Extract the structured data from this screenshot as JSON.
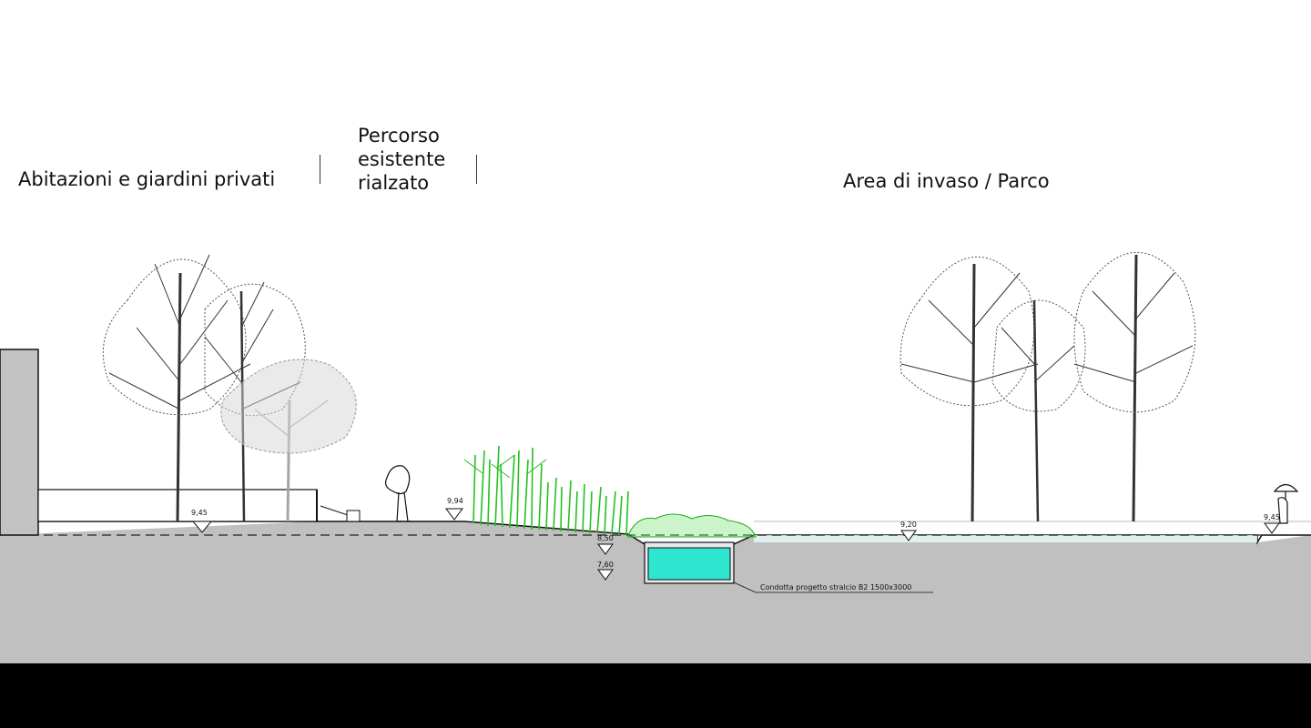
{
  "zones": {
    "left": "Abitazioni e giardini privati",
    "middle": [
      "Percorso",
      "esistente",
      "rialzato"
    ],
    "right": "Area di invaso / Parco"
  },
  "elevations": {
    "garden": "9,45",
    "path": "9,94",
    "ditch_top": "8,50",
    "ditch_bottom": "7,60",
    "park": "9,20",
    "right_edge": "9,45"
  },
  "culvert_note": "Condotta progetto stralcio  B2  1500x3000",
  "colors": {
    "ground": "#c0c0c0",
    "wall": "#c3c3c3",
    "water": "#2ee6cf",
    "reeds": "#22c21e",
    "tree_dark": "#333333",
    "tree_light": "#a6a6a6",
    "background": "#ffffff",
    "band": "#000000"
  }
}
